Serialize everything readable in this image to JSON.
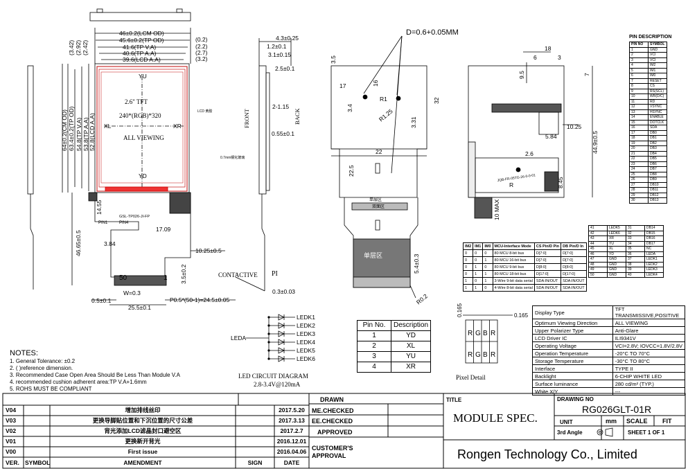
{
  "front_view": {
    "dims_top": [
      "46±0.2(LCM OD)",
      "45.6±0.2(TP OD)",
      "41.6(TP V.A)",
      "40.6(TP A.A)",
      "39.6(LCD A.A)"
    ],
    "dims_top_right": [
      "(0.2)",
      "(2.2)",
      "(2.7)",
      "(3.2)"
    ],
    "dims_left_rot": [
      "(3.42)",
      "(2.92)",
      "(2.42)",
      "52.8(LCD A.A)",
      "53.8(TP A.A)",
      "54.8(TP V.A)",
      "63.4±0.2(TP OD)",
      "64±0.2(CM OD)"
    ],
    "center_text": [
      "2.6\" TFT",
      "240*(RGB)*320",
      "ALL VIEWING"
    ],
    "axis_labels": {
      "yu": "YU",
      "yd": "YD",
      "xl": "XL",
      "xr": "XR"
    },
    "led_label": "LCD 黄胶",
    "dims_bottom": [
      "14.55",
      "17.09",
      "3.84",
      "10.25±0.5",
      "46.65±0.5",
      "3.5±0.2",
      "25.5±0.1",
      "0.5±0.1",
      "W=0.3",
      "P0.5*(50-1)=24.5±0.05",
      "50",
      "1"
    ],
    "pin_labels": [
      "PIN1",
      "PIN4"
    ],
    "fpc_text": "GSL-TP026-JI-FP"
  },
  "side_view": {
    "dims": [
      "4.3±0.25",
      "1.2±0.1",
      "3.1±0.15",
      "2.5±0.1",
      "2-1.15",
      "0.55±0.1",
      "0.3±0.03"
    ],
    "labels": {
      "front": "FRONT",
      "back": "BACK",
      "contactive": "CONTACTIVE",
      "pi": "PI",
      "stiffener": "0.7mm钢化玻璃"
    }
  },
  "back_view_left": {
    "title": "D=0.6+0.05MM",
    "dims": [
      "3.5",
      "17",
      "16",
      "R1",
      "R1.25",
      "3.4",
      "22",
      "22.5",
      "32",
      "3.31",
      "5.4±0.3",
      "R0.2"
    ],
    "labels": [
      "单层区",
      "双面区",
      "单层区"
    ]
  },
  "back_view_right": {
    "dims": [
      "18",
      "6",
      "3",
      "9.5",
      "7",
      "10.25",
      "5.84",
      "44.9±0.5",
      "2.6",
      "8.45",
      "10 MAX",
      "R"
    ],
    "fpc_text": "JQB-FR-05TG-26-0-0-01"
  },
  "interface_table": {
    "header": [
      "IM2",
      "IM1",
      "IM0",
      "MCU-Interface Mode",
      "CS Pin/D Pin",
      "DB Pin/D In"
    ],
    "rows": [
      [
        "0",
        "0",
        "0",
        "80 MCU 8-bit bus",
        "D[7:0]",
        "D[7:0]"
      ],
      [
        "0",
        "0",
        "1",
        "80 MCU 16-bit bus",
        "D[7:0]",
        "D[7:0]"
      ],
      [
        "0",
        "1",
        "0",
        "80 MCU 9-bit bus",
        "D[8:0]",
        "D[8:0]"
      ],
      [
        "0",
        "1",
        "1",
        "80 MCU 18-bit bus",
        "D[17:0]",
        "D[17:0]"
      ],
      [
        "1",
        "0",
        "1",
        "3-Wire 9-bit data serial",
        "SDA:IN/OUT",
        "SDA:IN/OUT"
      ],
      [
        "1",
        "1",
        "0",
        "4-Wire 8-bit data serial",
        "SDA:IN/OUT",
        "SDA:IN/OUT"
      ]
    ]
  },
  "led_circuit": {
    "leda": "LEDA",
    "leds": [
      "LEDK1",
      "LEDK2",
      "LEDK3",
      "LEDK4",
      "LEDK5",
      "LEDK6"
    ],
    "title": "LED CIRCUIT DIAGRAM",
    "spec": "2.8-3.4V@120mA"
  },
  "tp_pin_table": {
    "header": [
      "Pin No.",
      "Description"
    ],
    "rows": [
      [
        "1",
        "YD"
      ],
      [
        "2",
        "XL"
      ],
      [
        "3",
        "YU"
      ],
      [
        "4",
        "XR"
      ]
    ]
  },
  "pixel_detail": {
    "title": "Pixel Detail",
    "dims": [
      "0.165",
      "0.165"
    ],
    "cells": [
      "R",
      "G",
      "B",
      "R"
    ]
  },
  "notes": {
    "title": "NOTES:",
    "items": [
      "1. General Tolerance: ±0.2",
      "2. (    )reference dimension.",
      "3. Recommended Case Open Area Should Be Less Than Module V.A",
      "4. recommended cushion adherent area:TP V.A+1.6mm",
      "5. ROHS    MUST BE COMPLIANT"
    ]
  },
  "pin_description": {
    "title": "PIN DESCRIPTION",
    "header": [
      "PIN NO",
      "SYMBOL"
    ],
    "rows": [
      [
        "1",
        "GND"
      ],
      [
        "2",
        "VCI"
      ],
      [
        "3",
        "VCI"
      ],
      [
        "4",
        "IM2"
      ],
      [
        "5",
        "IM1"
      ],
      [
        "6",
        "IM0"
      ],
      [
        "7",
        "RESET"
      ],
      [
        "8",
        "CS"
      ],
      [
        "9",
        "RS(SCL)"
      ],
      [
        "10",
        "WR(D/C)"
      ],
      [
        "11",
        "RD"
      ],
      [
        "12",
        "VSYNC"
      ],
      [
        "13",
        "HSYNC"
      ],
      [
        "14",
        "ENABLE"
      ],
      [
        "15",
        "DOTCLK"
      ],
      [
        "16",
        "SDA"
      ],
      [
        "17",
        "DB0"
      ],
      [
        "18",
        "DB1"
      ],
      [
        "19",
        "DB2"
      ],
      [
        "20",
        "DB3"
      ],
      [
        "21",
        "DB4"
      ],
      [
        "22",
        "DB5"
      ],
      [
        "23",
        "DB6"
      ],
      [
        "24",
        "DB7"
      ],
      [
        "25",
        "DB8"
      ],
      [
        "26",
        "DB9"
      ],
      [
        "27",
        "DB10"
      ],
      [
        "28",
        "DB11"
      ],
      [
        "29",
        "DB12"
      ],
      [
        "30",
        "DB13"
      ]
    ],
    "rows2": [
      [
        "41",
        "LEDK5",
        "31",
        "DB14"
      ],
      [
        "42",
        "LEDK6",
        "32",
        "DB15"
      ],
      [
        "43",
        "XR",
        "33",
        "DB16"
      ],
      [
        "44",
        "YU",
        "34",
        "DB17"
      ],
      [
        "45",
        "XL",
        "35",
        "NC"
      ],
      [
        "46",
        "YD",
        "36",
        "LEDA"
      ],
      [
        "47",
        "GND",
        "37",
        "LEDK1"
      ],
      [
        "48",
        "GND",
        "38",
        "LEDK2"
      ],
      [
        "49",
        "GND",
        "39",
        "LEDK3"
      ],
      [
        "50",
        "GND",
        "40",
        "LEDK4"
      ]
    ]
  },
  "spec_table": {
    "rows": [
      [
        "Display Type",
        "TFT\nTRANSMISSIVE,POSITIVE"
      ],
      [
        "Optimum Viewing Direction",
        "ALL VIEWING"
      ],
      [
        "Upper Polarizer Type",
        "Anti-Glare"
      ],
      [
        "LCD Driver IC",
        "ILI9341V"
      ],
      [
        "Operating Voltage",
        "VCI=2.8V; IOVCC=1.8V/2.8V"
      ],
      [
        "Operation Temperature",
        "-20°C TO 70°C"
      ],
      [
        "Storage Temperature",
        "-30°C TO 80°C"
      ],
      [
        "Interface",
        "TYPE II"
      ],
      [
        "Backlight",
        "6-CHIP WHITE LED"
      ],
      [
        "Surface luminance",
        "280 cd/m² (TYP.)"
      ],
      [
        "White X/Y",
        "---"
      ]
    ]
  },
  "revisions": {
    "rows": [
      [
        "V04",
        "增加排线丝印",
        "2017.5.20"
      ],
      [
        "V03",
        "更换导脚贴位置和下沉位置的尺寸公差",
        "2017.3.13"
      ],
      [
        "V02",
        "背光添加LCD滤晶封口避空区",
        "2017.2.7"
      ],
      [
        "V01",
        "更换新开背光",
        "2016.12.01"
      ],
      [
        "V00",
        "First issue",
        "2016.04.06"
      ]
    ],
    "header": [
      "VER.",
      "SYMBOL",
      "AMENDMENT",
      "SIGN",
      "DATE"
    ]
  },
  "approvals": {
    "drawn": "DRAWN",
    "me_checked": "ME.CHECKED",
    "ee_checked": "EE.CHECKED",
    "approved": "APPROVED",
    "customer": "CUSTOMER'S APPROVAL"
  },
  "title_block": {
    "title_label": "TITLE",
    "title": "MODULE SPEC.",
    "drawing_no_label": "DRAWING NO",
    "drawing_no": "RG026GLT-01R",
    "unit_label": "UNIT",
    "unit": "mm",
    "scale_label": "SCALE",
    "scale": "FIT",
    "angle": "3rd Angle",
    "sheet": "SHEET  1  OF  1",
    "company": "Rongen Technology Co., Limited"
  }
}
